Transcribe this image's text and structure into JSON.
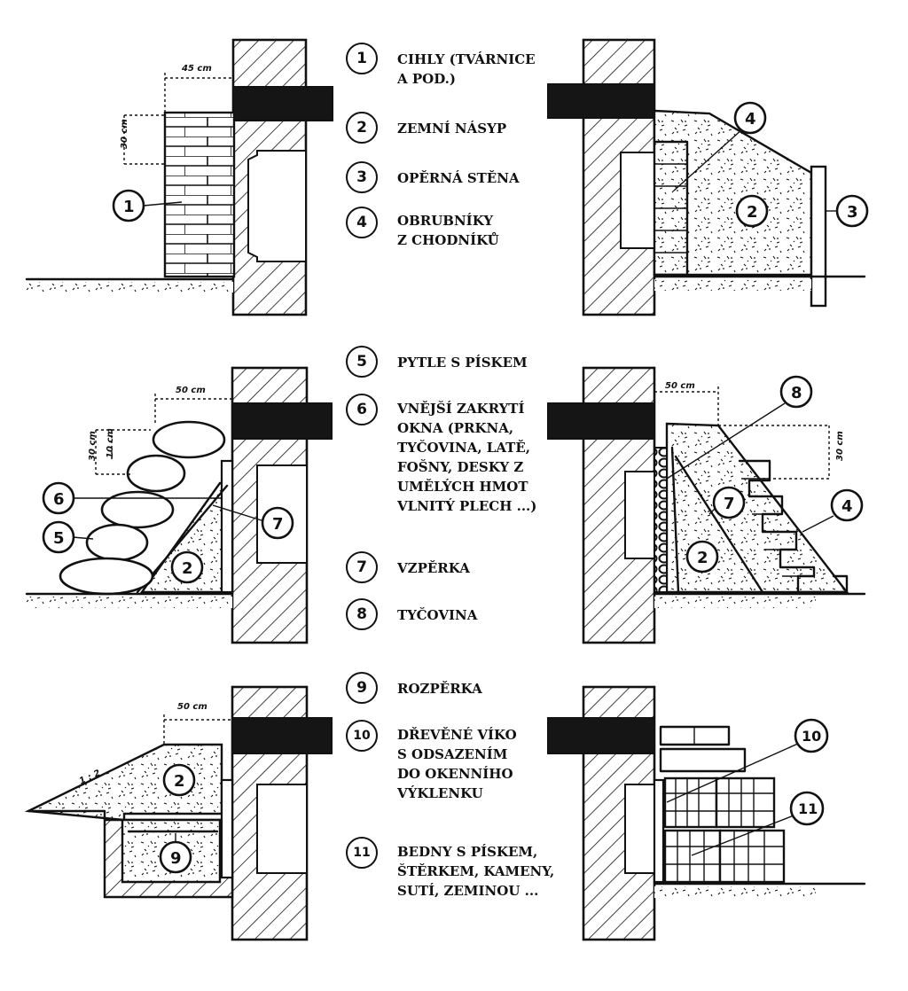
{
  "legend": [
    {
      "num": "1",
      "text": "CIHLY (TVÁRNICE\nA POD.)"
    },
    {
      "num": "2",
      "text": "ZEMNÍ NÁSYP"
    },
    {
      "num": "3",
      "text": "OPĚRNÁ STĚNA"
    },
    {
      "num": "4",
      "text": "OBRUBNÍKY\nZ CHODNÍKŮ"
    },
    {
      "num": "5",
      "text": "PYTLE S PÍSKEM"
    },
    {
      "num": "6",
      "text": "VNĚJŠÍ ZAKRYTÍ\nOKNA (PRKNA,\nTYČOVINA, LATĚ,\nFOŠNY, DESKY Z\nUMĚLÝCH HMOT\nVLNITÝ PLECH ...)"
    },
    {
      "num": "7",
      "text": "VZPĚRKA"
    },
    {
      "num": "8",
      "text": "TYČOVINA"
    },
    {
      "num": "9",
      "text": "ROZPĚRKA"
    },
    {
      "num": "10",
      "text": "DŘEVĚNÉ VÍKO\nS ODSAZENÍM\nDO OKENNÍHO\nVÝKLENKU"
    },
    {
      "num": "11",
      "text": "BEDNY S PÍSKEM,\nŠTĚRKEM, KAMENY,\nSUTÍ, ZEMINOU ..."
    }
  ],
  "dimensions": {
    "d1_width": "45 cm",
    "d1_height": "30 cm",
    "d3_width": "50 cm",
    "d3_height": "30 cm",
    "d3_height_small": "10 cm",
    "d4_width": "50 cm",
    "d4_height": "30 cm",
    "d5_width": "50 cm",
    "d5_slope": "1 : 2"
  },
  "callouts": {
    "c1": "1",
    "c2": "2",
    "c3": "3",
    "c4": "4",
    "c5": "5",
    "c6": "6",
    "c7": "7",
    "c8": "8",
    "c9": "9",
    "c10": "10",
    "c11": "11"
  }
}
